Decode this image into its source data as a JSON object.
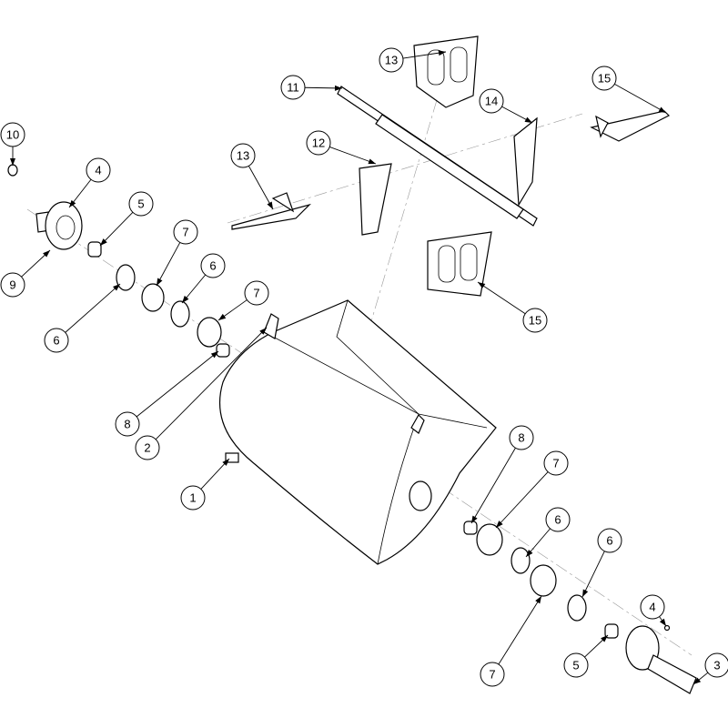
{
  "title": "Exploded parts diagram",
  "callouts": [
    "10",
    "4",
    "5",
    "7",
    "9",
    "6",
    "6",
    "7",
    "8",
    "2",
    "1",
    "13",
    "11",
    "14",
    "15",
    "13",
    "12",
    "15",
    "8",
    "7",
    "6",
    "6",
    "4",
    "7",
    "5",
    "3"
  ]
}
